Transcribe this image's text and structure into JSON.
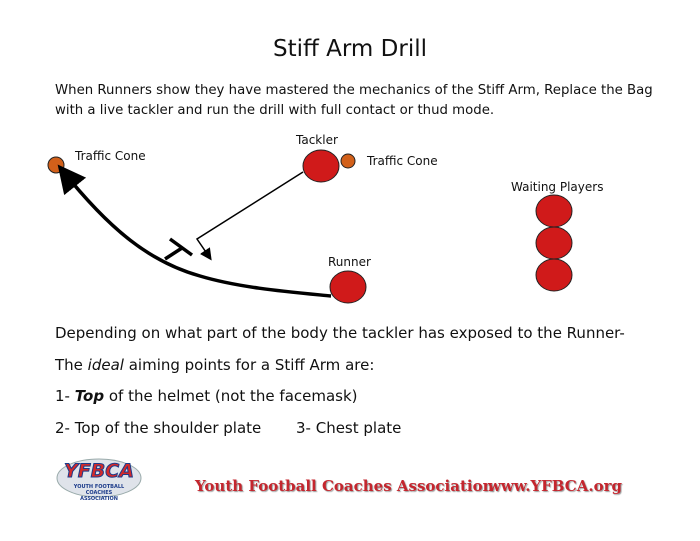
{
  "title": "Stiff Arm Drill",
  "intro": [
    "When Runners show they have mastered the mechanics of the Stiff Arm,  Replace the Bag",
    "with a live tackler and run the drill with full contact or thud mode."
  ],
  "diagram": {
    "labels": {
      "cone_left": "Traffic Cone",
      "tackler": "Tackler",
      "cone_right": "Traffic Cone",
      "waiting": "Waiting Players",
      "runner": "Runner"
    },
    "colors": {
      "player": "#d01a1a",
      "cone": "#d2601a"
    }
  },
  "body": {
    "line1": "Depending on what part of the body the tackler has exposed to the Runner-",
    "line2_pre": "The ",
    "line2_em": "ideal",
    "line2_post": " aiming points for a Stiff Arm are:",
    "line3_pre": "1- ",
    "line3_em": "Top",
    "line3_post": " of the helmet (not the facemask)",
    "line4a": "2- Top of the shoulder plate",
    "line4b": "3- Chest plate"
  },
  "footer": {
    "logo_text": "YFBCA",
    "logo_sub": "YOUTH FOOTBALL COACHES ASSOCIATION",
    "org": "Youth Football Coaches Association",
    "url": "www.YFBCA.org"
  }
}
